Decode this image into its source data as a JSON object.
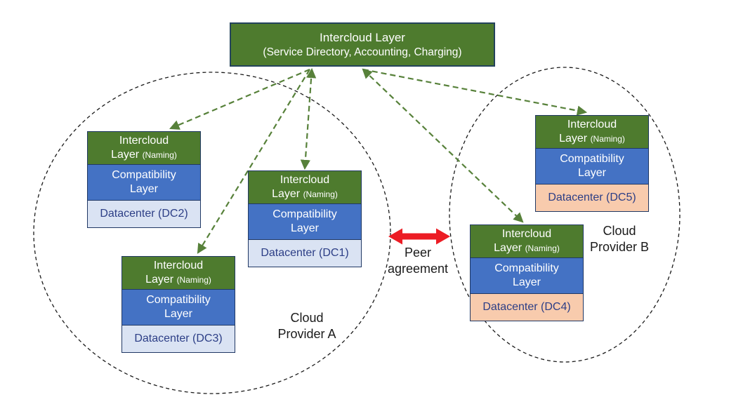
{
  "diagram": {
    "title_box": {
      "line1": "Intercloud Layer",
      "line2": "(Service Directory, Accounting, Charging)"
    },
    "shared_labels": {
      "intercloud": {
        "line1": "Intercloud",
        "line2": "Layer",
        "suffix": "(Naming)"
      },
      "compatibility": {
        "line1": "Compatibility",
        "line2": "Layer"
      }
    },
    "stacks": [
      {
        "id": "dc2",
        "datacenter": "Datacenter (DC2)"
      },
      {
        "id": "dc1",
        "datacenter": "Datacenter (DC1)"
      },
      {
        "id": "dc3",
        "datacenter": "Datacenter (DC3)"
      },
      {
        "id": "dc5",
        "datacenter": "Datacenter (DC5)"
      },
      {
        "id": "dc4",
        "datacenter": "Datacenter (DC4)"
      }
    ],
    "providers": [
      {
        "line1": "Cloud",
        "line2": "Provider A"
      },
      {
        "line1": "Cloud",
        "line2": "Provider B"
      }
    ],
    "peer": {
      "line1": "Peer",
      "line2": "agreement"
    },
    "colors": {
      "layer_green": "#4e7b2e",
      "layer_blue": "#4472c4",
      "datacenter_blue": "#dae3f3",
      "datacenter_peach": "#f8cbad",
      "box_border_navy": "#203864",
      "arrow_green": "#57813a",
      "peer_arrow_red": "#ec1c24",
      "datacenter_text": "#2c3e86",
      "label_text": "#1a1a1a"
    }
  }
}
